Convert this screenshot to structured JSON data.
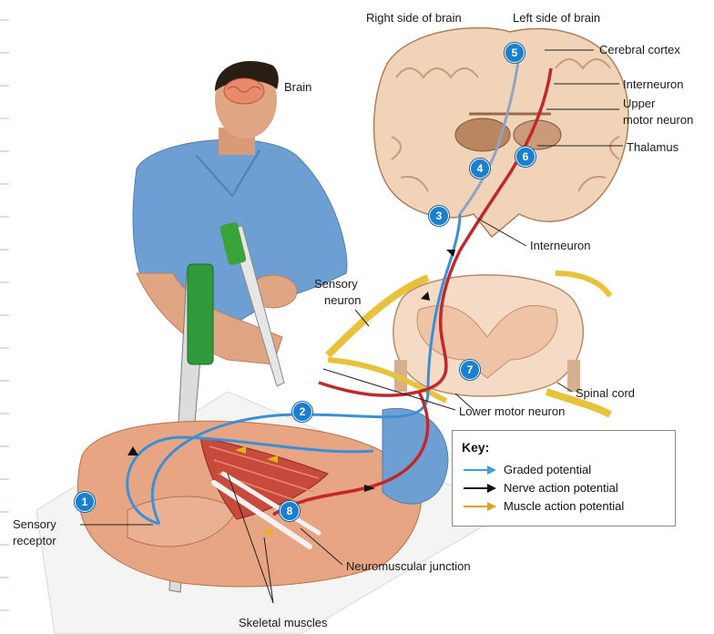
{
  "labels": {
    "right_side_of_brain": "Right side of brain",
    "left_side_of_brain": "Left side of brain",
    "cerebral_cortex": "Cerebral cortex",
    "brain": "Brain",
    "interneuron_upper": "Interneuron",
    "upper_motor_neuron_1": "Upper",
    "upper_motor_neuron_2": "motor neuron",
    "thalamus": "Thalamus",
    "interneuron_lower": "Interneuron",
    "sensory_neuron_1": "Sensory",
    "sensory_neuron_2": "neuron",
    "spinal_cord": "Spinal cord",
    "lower_motor_neuron": "Lower motor neuron",
    "sensory_receptor_1": "Sensory",
    "sensory_receptor_2": "receptor",
    "neuromuscular_junction": "Neuromuscular junction",
    "skeletal_muscles": "Skeletal muscles"
  },
  "steps": [
    "1",
    "2",
    "3",
    "4",
    "5",
    "6",
    "7",
    "8"
  ],
  "key": {
    "title": "Key:",
    "items": [
      {
        "label": "Graded potential",
        "color": "#3a9fe0"
      },
      {
        "label": "Nerve action potential",
        "color": "#111111"
      },
      {
        "label": "Muscle action potential",
        "color": "#e0a020"
      }
    ]
  },
  "colors": {
    "sensory_pathway": "#3a8fd6",
    "motor_pathway": "#c0282b",
    "muscle_signal": "#e8b21e",
    "badge": "#1b7fd0",
    "brain_tissue": "#f1d3b7",
    "gray_matter": "#f7e3cf",
    "skin": "#e7a583",
    "shirt": "#6d9fd2"
  }
}
